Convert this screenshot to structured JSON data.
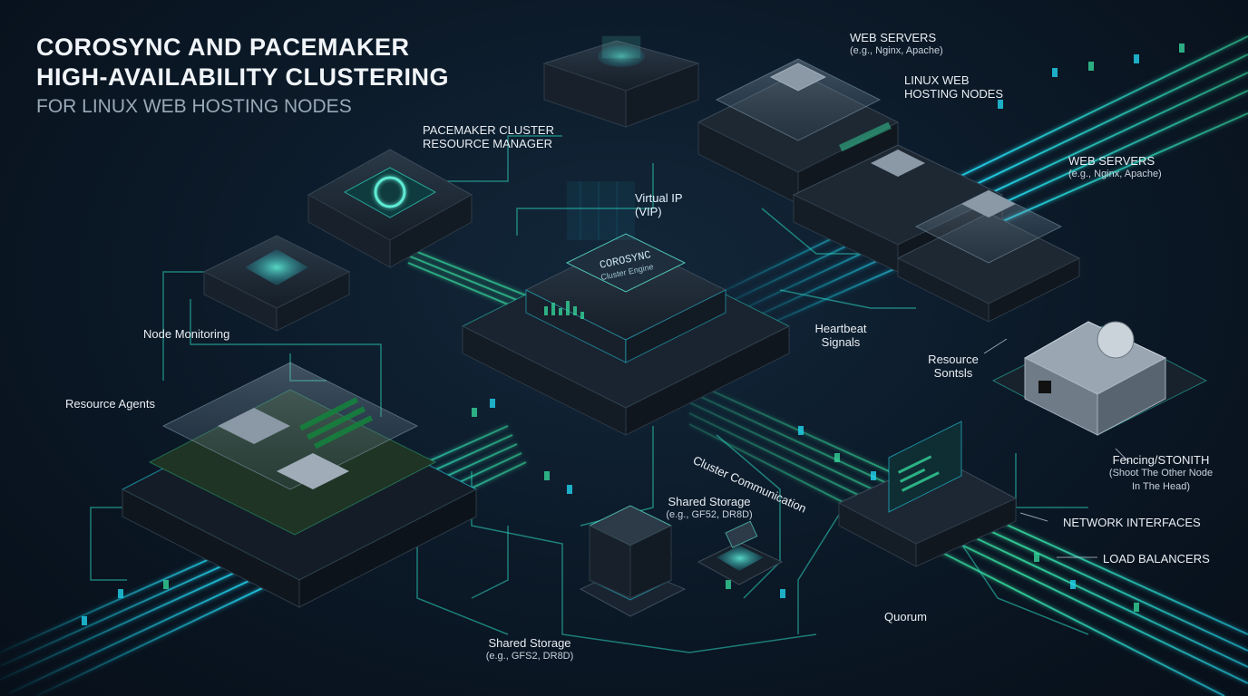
{
  "title": {
    "line1": "COROSYNC AND PACEMAKER",
    "line2": "HIGH-AVAILABILITY CLUSTERING",
    "subtitle": "FOR LINUX WEB HOSTING NODES"
  },
  "labels": {
    "pacemaker_line1": "PACEMAKER CLUSTER",
    "pacemaker_line2": "RESOURCE MANAGER",
    "vip_line1": "Virtual IP",
    "vip_line2": "(VIP)",
    "node_monitoring": "Node Monitoring",
    "resource_agents": "Resource Agents",
    "web_servers_top": "WEB SERVERS",
    "web_servers_top_sub": "(e.g., Nginx, Apache)",
    "linux_web_line1": "LINUX WEB",
    "linux_web_line2": "HOSTING NODES",
    "web_servers_right": "WEB SERVERS",
    "web_servers_right_sub": "(e.g., Nginx, Apache)",
    "heartbeat_line1": "Heartbeat",
    "heartbeat_line2": "Signals",
    "resource_sontsls_line1": "Resource",
    "resource_sontsls_line2": "Sontsls",
    "fencing_line1": "Fencing/STONITH",
    "fencing_line2": "(Shoot The Other Node",
    "fencing_line3": "In The Head)",
    "cluster_comm": "Cluster Communication",
    "shared_storage_mid": "Shared Storage",
    "shared_storage_mid_sub": "(e.g., GF52, DR8D)",
    "shared_storage_bottom": "Shared Storage",
    "shared_storage_bottom_sub": "(e.g., GFS2, DR8D)",
    "network_interfaces": "NETWORK INTERFACES",
    "load_balancers": "LOAD BALANCERS",
    "quorum": "Quorum",
    "corosync_chip_line1": "COROSYNC",
    "corosync_chip_line2": "Cluster Engine"
  },
  "colors": {
    "background": "#0b1826",
    "cyan": "#22d3ee",
    "green": "#34d399",
    "device_dark": "#1c2733"
  }
}
